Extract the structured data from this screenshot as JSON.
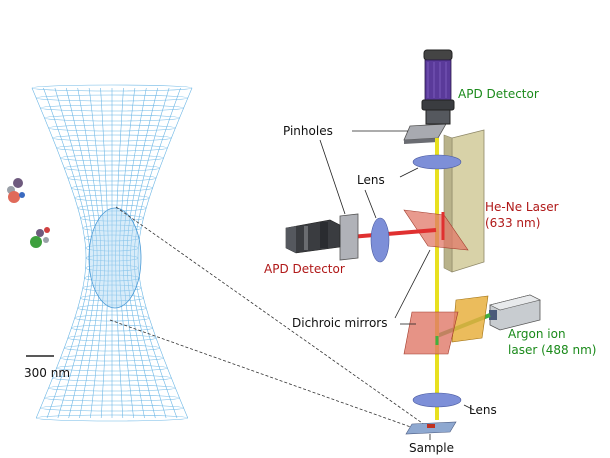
{
  "labels": {
    "apd_top": "APD Detector",
    "apd_left": "APD Detector",
    "pinholes": "Pinholes",
    "lens_top": "Lens",
    "hene_1": "He-Ne Laser",
    "hene_2": "(633 nm)",
    "dichroic": "Dichroic mirrors",
    "argon_1": "Argon ion",
    "argon_2": "laser (488 nm)",
    "lens_bottom": "Lens",
    "sample": "Sample",
    "scale_bar": "300 nm"
  },
  "colors": {
    "beam_yellow": "#e8e020",
    "beam_red": "#e03030",
    "beam_green": "#40b040",
    "focus_mesh": "#6fb8e6",
    "detector_purple": "#5a3a9a",
    "hene_body": "#d8d2a8",
    "mirror_red": "#e07868",
    "mirror_orange": "#e8b040",
    "lens_blue": "#7d8fd8",
    "label_green": "#1a8a1a",
    "label_red": "#b01818"
  }
}
